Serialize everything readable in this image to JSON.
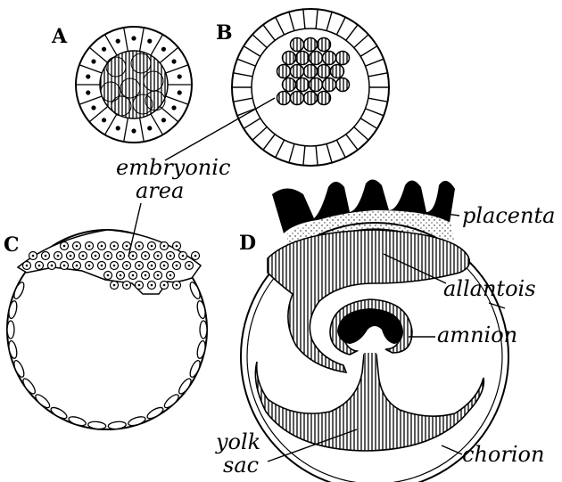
{
  "panels": {
    "a": "A",
    "b": "B",
    "c": "C",
    "d": "D"
  },
  "labels": {
    "embryonic_1": "embryonic",
    "embryonic_2": "area",
    "placenta": "placenta",
    "allantois": "allantois",
    "amnion": "amnion",
    "chorion": "chorion",
    "yolk_1": "yolk",
    "yolk_2": "sac"
  },
  "colors": {
    "ink": "#000000",
    "paper": "#ffffff"
  }
}
